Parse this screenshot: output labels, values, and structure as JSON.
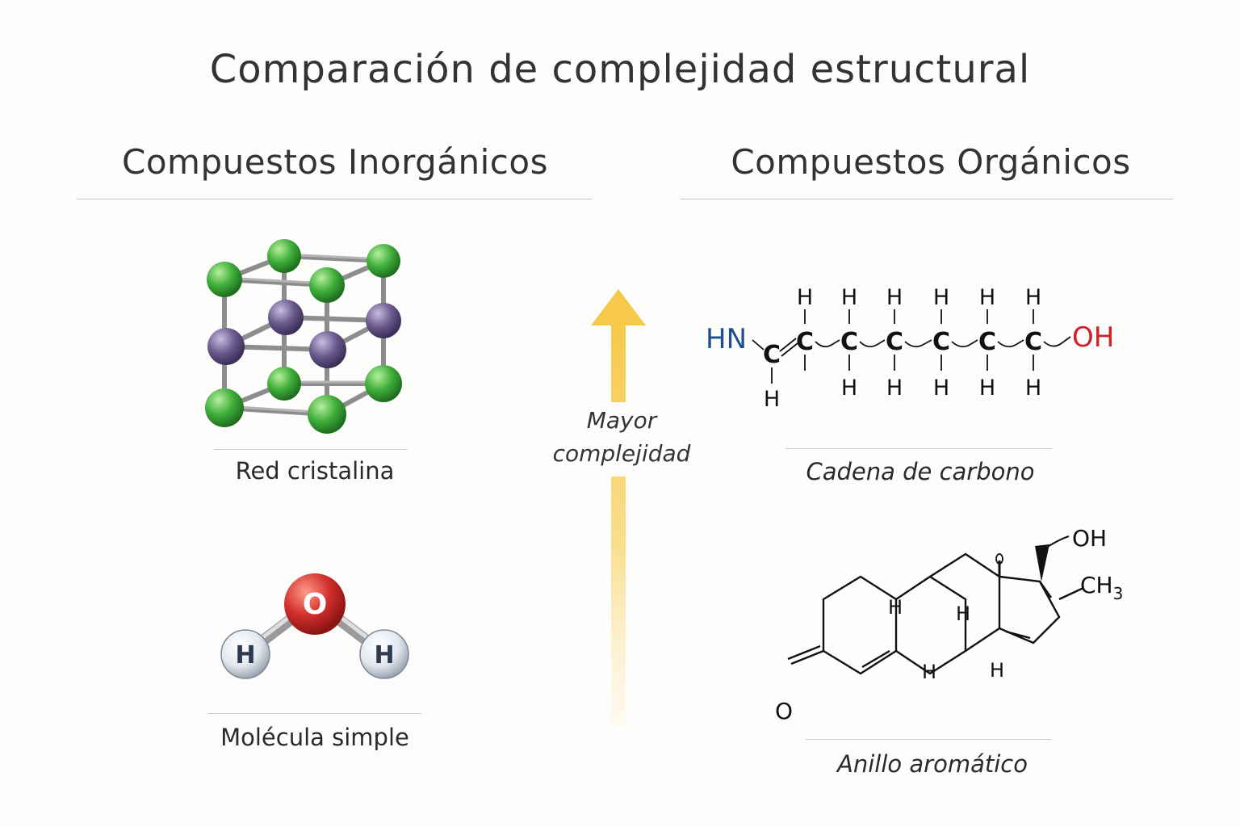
{
  "title": "Comparación de complejidad estructural",
  "columns": {
    "inorganic": {
      "heading": "Compuestos Inorgánicos"
    },
    "organic": {
      "heading": "Compuestos Orgánicos"
    }
  },
  "captions": {
    "crystal": "Red cristalina",
    "simple": "Molécula simple",
    "chain": "Cadena de carbono",
    "ring": "Anillo aromático"
  },
  "arrow": {
    "line1": "Mayor",
    "line2": "complejidad"
  },
  "water": {
    "o": "O",
    "h": "H"
  },
  "chain": {
    "hn": "HN",
    "oh": "OH",
    "c": "C",
    "h": "H"
  },
  "steroid": {
    "oh": "OH",
    "ch": "CH",
    "sub3": "3",
    "o": "O",
    "h": "H"
  },
  "colors": {
    "green": "#3fae3a",
    "purple": "#6b5a8e",
    "oxygen": "#c0282a",
    "hn_blue": "#1e4e8c",
    "oh_red": "#d0202a",
    "arrow": "#f6c94a"
  }
}
